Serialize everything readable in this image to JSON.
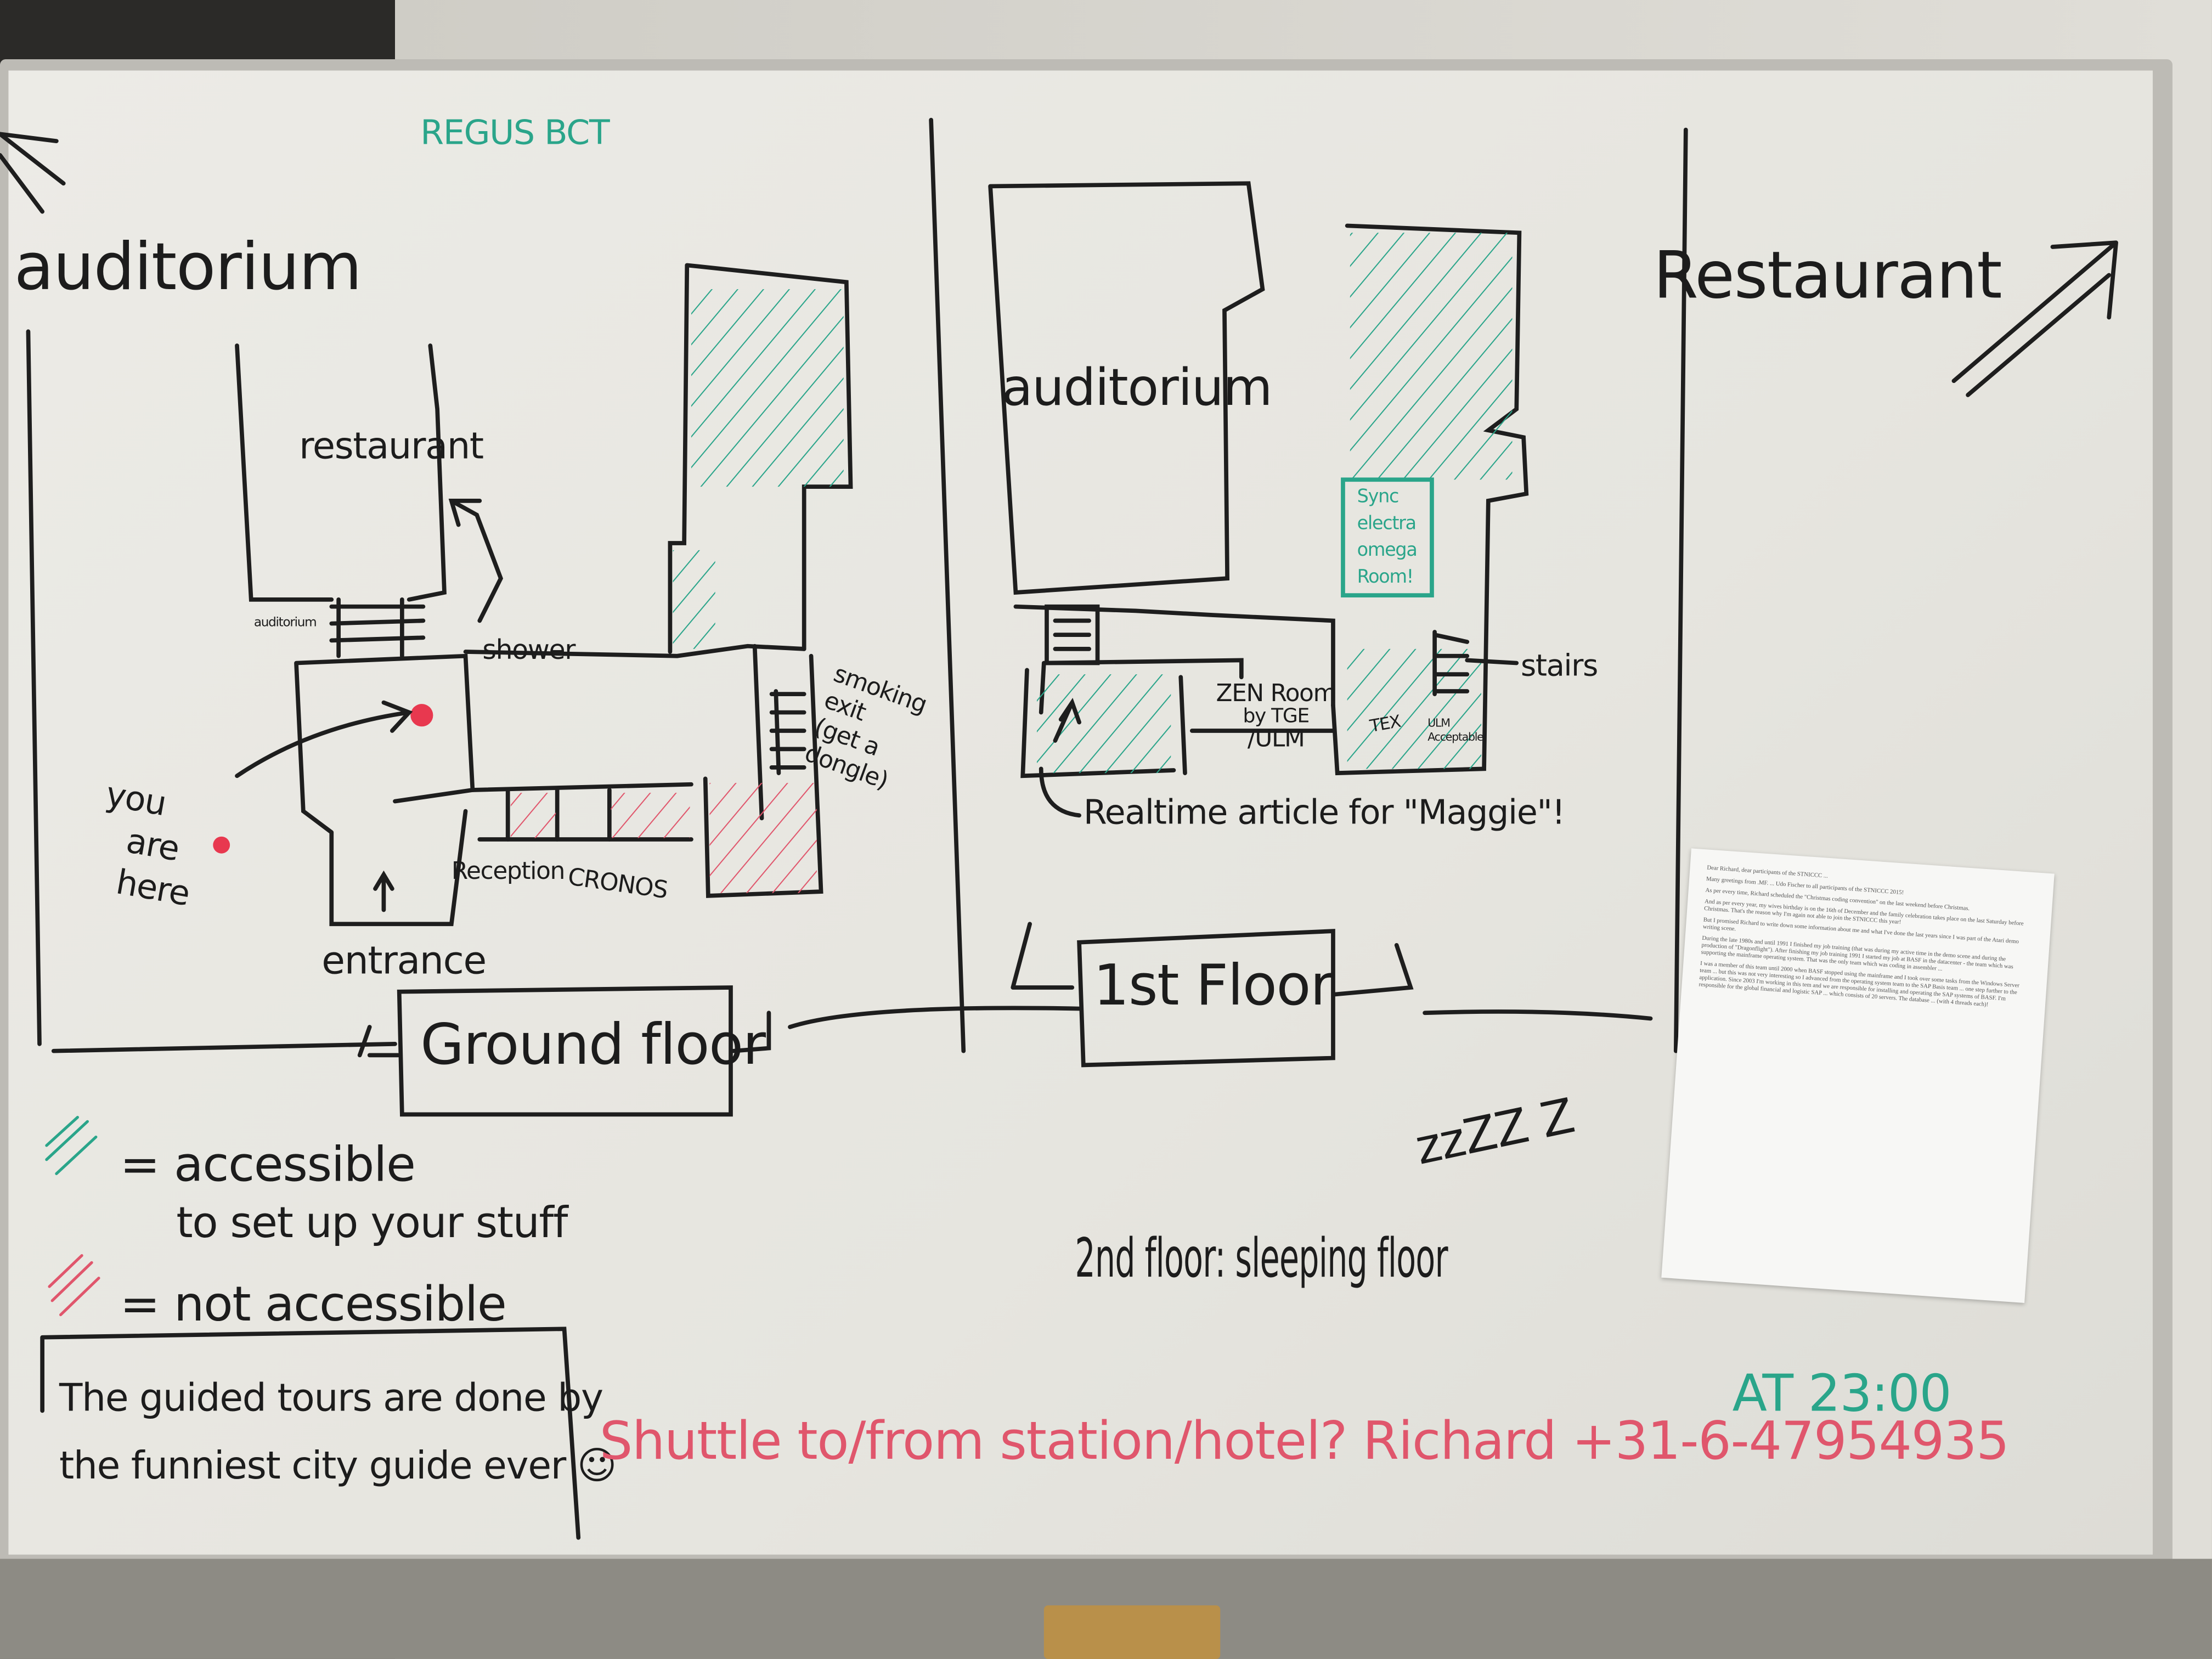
{
  "header": {
    "regus_label": "REGUS BCT",
    "left_arrow_label": "auditorium",
    "right_arrow_label": "Restaurant"
  },
  "ground_floor": {
    "title": "Ground floor",
    "labels": {
      "restaurant": "restaurant",
      "auditorium_small": "auditorium",
      "shower": "shower",
      "smoking_exit": [
        "smoking",
        "exit",
        "(get a",
        "dongle)"
      ],
      "you_are_here": [
        "you",
        "are",
        "here"
      ],
      "reception": "Reception",
      "cronos": "CRONOS",
      "entrance": "entrance"
    }
  },
  "first_floor": {
    "title": "1st Floor",
    "labels": {
      "auditorium": "auditorium",
      "sync_room": [
        "Sync",
        "electra",
        "omega",
        "Room!"
      ],
      "stairs": "stairs",
      "zen_room": [
        "ZEN Room",
        "by TGE",
        "/ULM"
      ],
      "tex": "TEX",
      "ulm": [
        "ULM",
        "Acceptable"
      ],
      "realtime": "Realtime article for \"Maggie\"!"
    }
  },
  "second_floor": {
    "label": "2nd floor: sleeping floor",
    "zzz": "zzZZ Z"
  },
  "legend": {
    "accessible": [
      "= accessible",
      "to set up your stuff"
    ],
    "not_accessible": "= not accessible",
    "accessible_color": "#2aa58a",
    "not_accessible_color": "#e0566c"
  },
  "tours_note": [
    "The guided tours are done by",
    "the funniest city guide ever"
  ],
  "shuttle": {
    "text": "Shuttle to/from station/hotel? Richard +31-6-47954935",
    "time": "AT 23:00"
  },
  "paper_note": {
    "lines": [
      "Dear Richard, dear participants of the STNICCC ...",
      "Many greetings from .MF. ... Udo Fischer to all participants of the STNICCC 2015!",
      "As per every time, Richard scheduled the \"Christmas coding convention\" on the last weekend before Christmas.",
      "And as per every year, my wives birthday is on the 16th of December and the family celebration takes place on the last Saturday before Christmas. That's the reason why I'm again not able to join the STNICCC this year!",
      "But I promised Richard to write down some information about me and what I've done the last years since I was part of the Atari demo writing scene.",
      "During the late 1980s and until 1991 I finished my job training (that was during my active time in the demo scene and during the production of \"Dragonflight\"). After finishing my job training 1991 I started my job at BASF in the datacenter - the team which was supporting the mainframe operating system. That was the only team which was coding in assembler ...",
      "I was a member of this team until 2000 when BASF stopped using the mainframe and I took over some tasks from the Windows Server team ... but this was not very interesting so I advanced from the operating system team to the SAP Basis team ... one step further to the application. Since 2003 I'm working in this tem and we are responsible for installing and operating the SAP systems of BASF. I'm responsible for the global financial and logistic SAP ... which consists of 20 servers. The database ... (with 4 threads each)!"
    ]
  }
}
